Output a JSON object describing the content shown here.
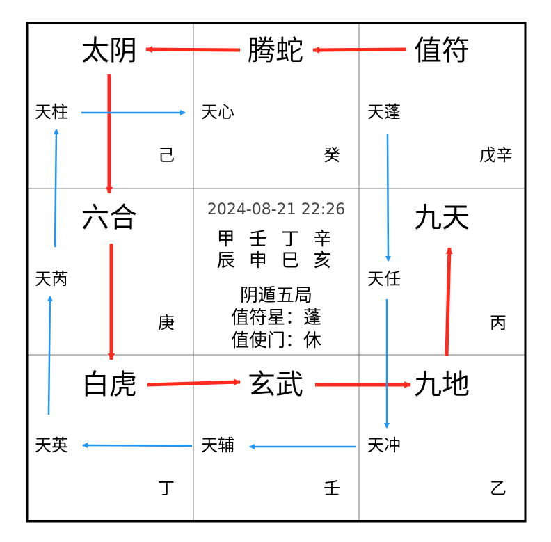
{
  "datetime": "2024-08-21 22:26",
  "ganzhi": {
    "stems": "甲 壬 丁 辛",
    "branches": "辰 申 巳 亥"
  },
  "ju": "阴遁五局",
  "zhifu_star": "值符星：蓬",
  "zhishi_door": "值使门：休",
  "palaces": {
    "top_left": {
      "god": "太阴",
      "star": "天柱",
      "stem": "己"
    },
    "top_mid": {
      "god": "腾蛇",
      "star": "天心",
      "stem": "癸"
    },
    "top_right": {
      "god": "值符",
      "star": "天蓬",
      "stem": "戊辛"
    },
    "mid_left": {
      "god": "六合",
      "star": "天芮",
      "stem": "庚"
    },
    "mid_right": {
      "god": "九天",
      "star": "天任",
      "stem": "丙"
    },
    "bottom_left": {
      "god": "白虎",
      "star": "天英",
      "stem": "丁"
    },
    "bottom_mid": {
      "god": "玄武",
      "star": "天辅",
      "stem": "壬"
    },
    "bottom_right": {
      "god": "九地",
      "star": "天冲",
      "stem": "乙"
    }
  },
  "colors": {
    "god_arrow": "#ff2a1f",
    "star_arrow": "#2196f3",
    "border": "#000000",
    "grid": "#7a7a7a"
  }
}
